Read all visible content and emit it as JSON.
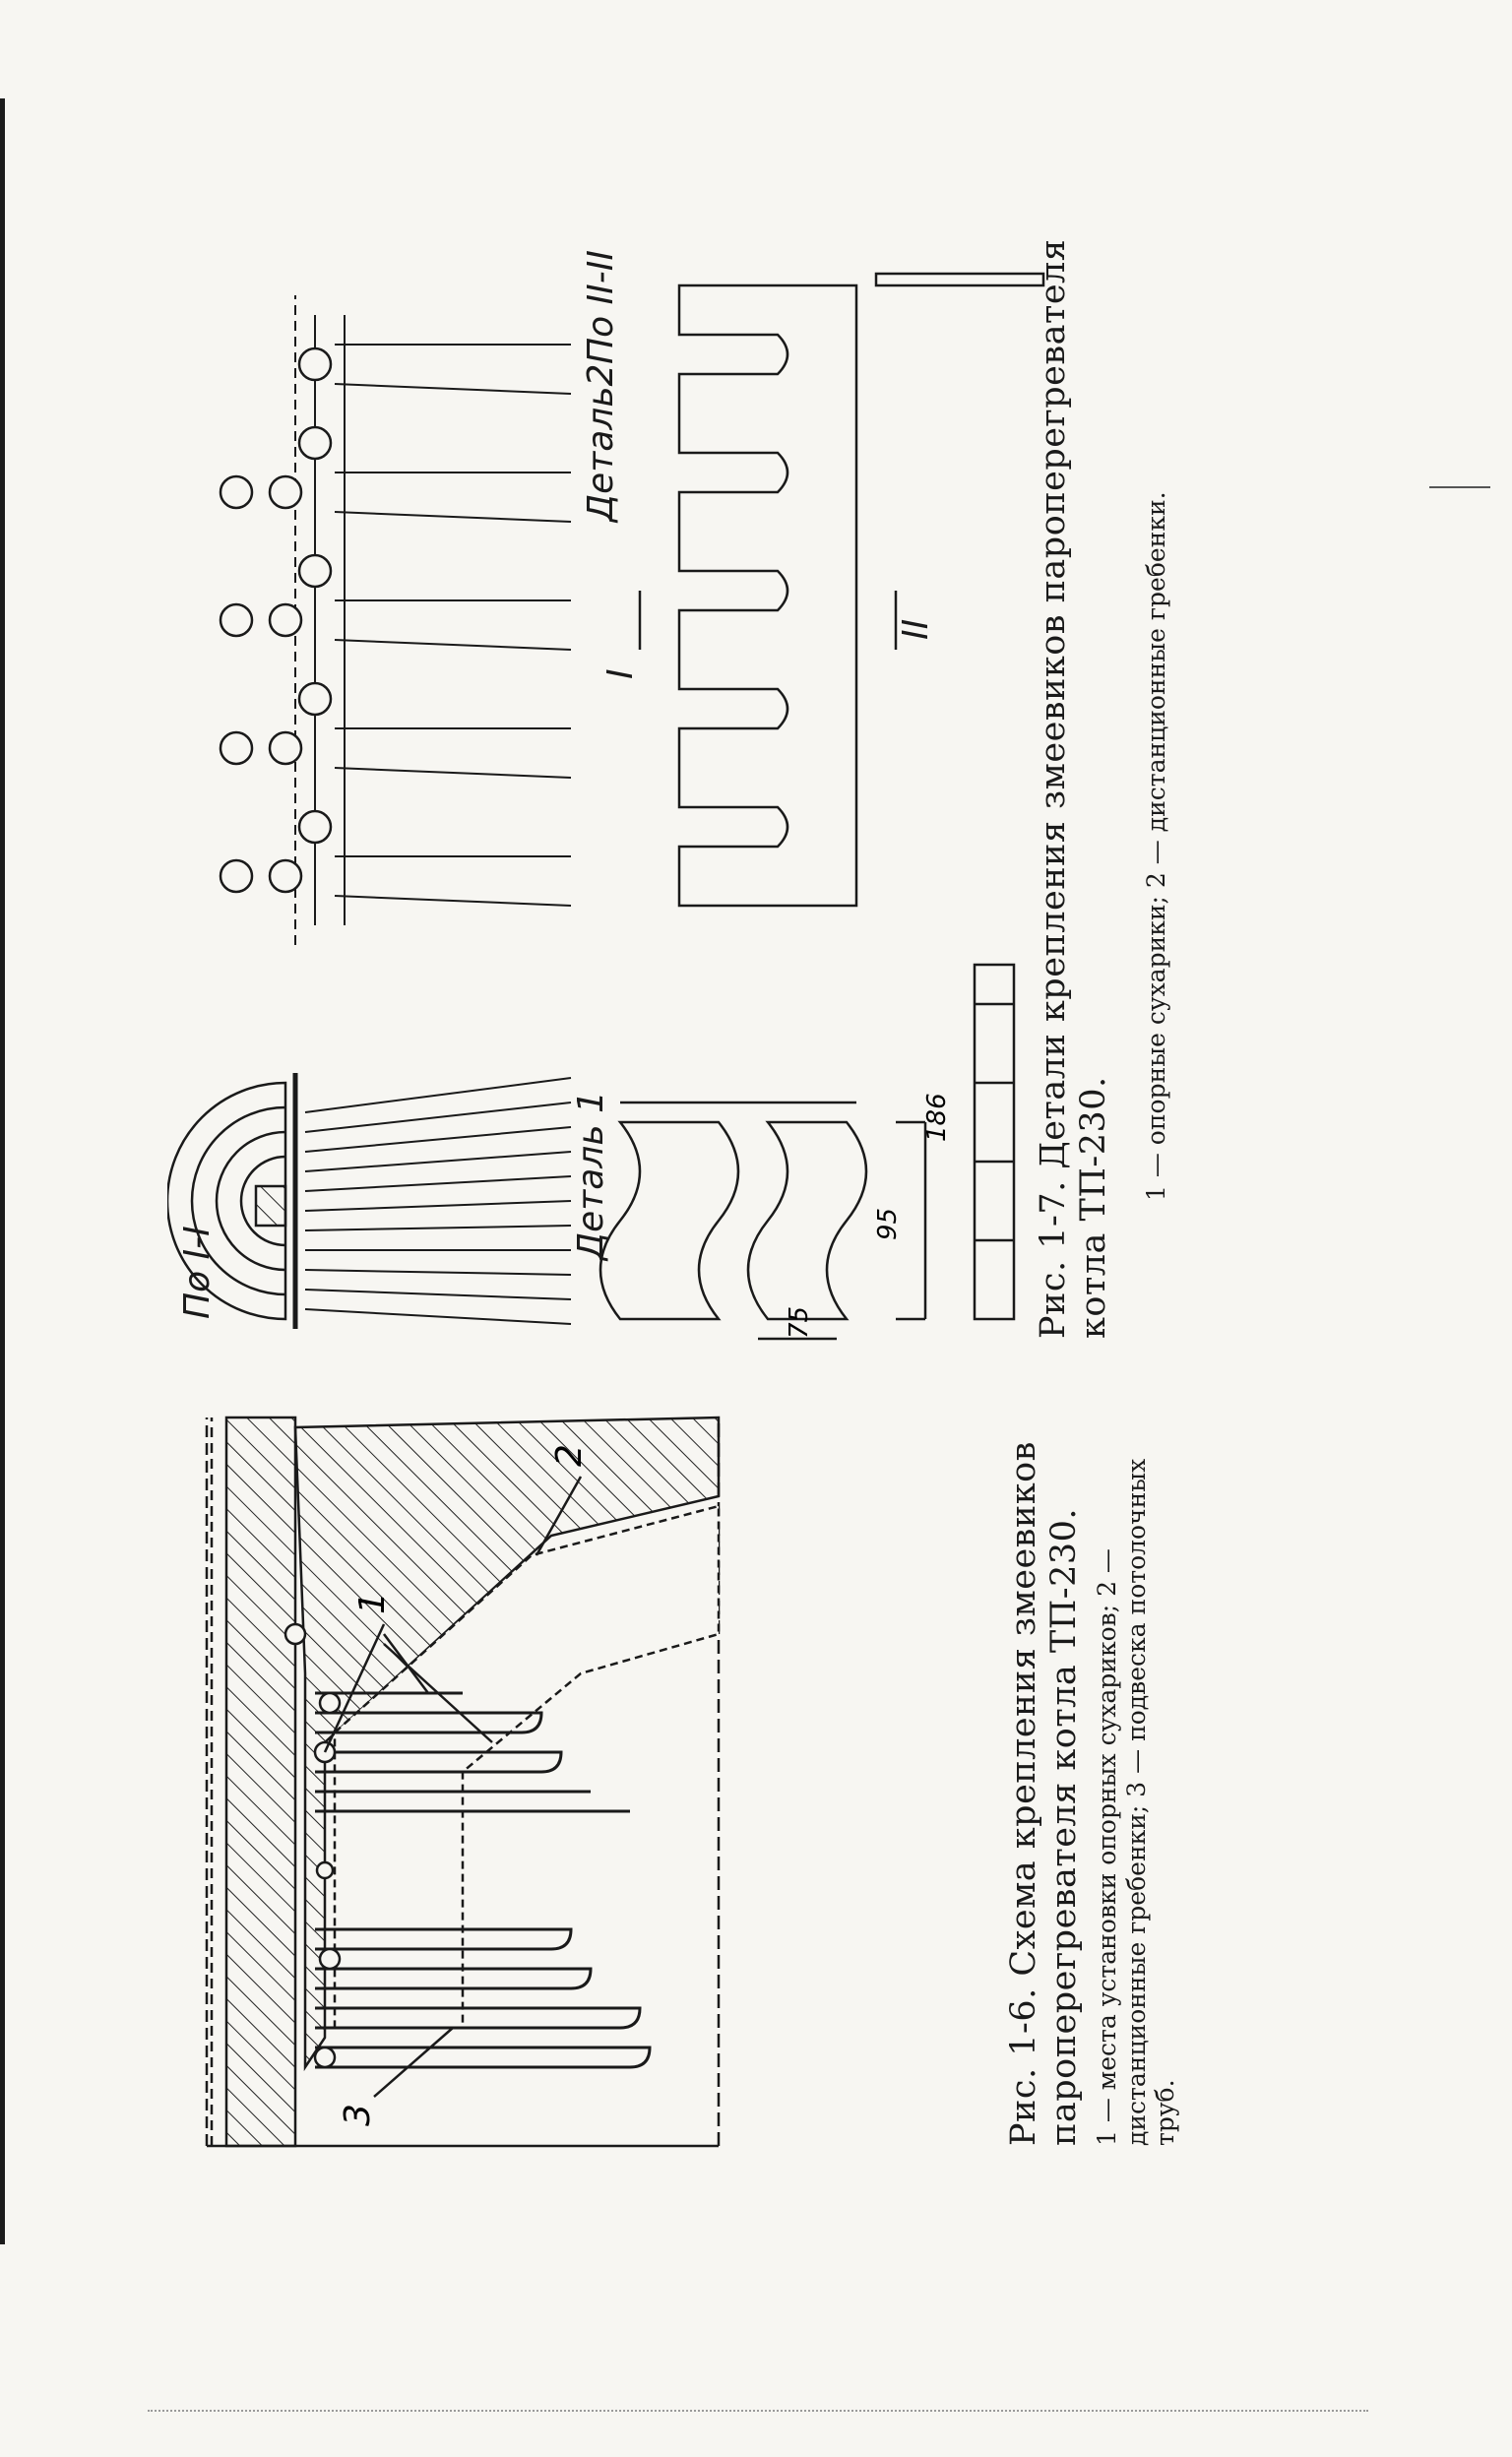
{
  "figure_6": {
    "caption_title": "Рис. 1-6. Схема крепления змеевиков пароперегревателя котла ТП-230.",
    "caption_legend": "1 — места установки опорных сухариков; 2 — дистанционные гребенки; 3 — подвеска потолочных труб.",
    "callouts": [
      "1",
      "2",
      "3"
    ]
  },
  "figure_7": {
    "caption_title": "Рис. 1-7. Детали крепления змеевиков пароперегревателя котла ТП-230.",
    "caption_legend": "1 — опорные сухарики; 2 — дистанционные гребенки.",
    "section_labels": {
      "view_1_1": "По I-I",
      "detail_1": "Деталь 1",
      "detail_2": "Деталь2",
      "view_2_2": "По II-II",
      "cut_mark_1": "I",
      "cut_mark_2": "II"
    },
    "dimensions": {
      "width": "75",
      "height_half": "95",
      "height_full": "186"
    }
  }
}
